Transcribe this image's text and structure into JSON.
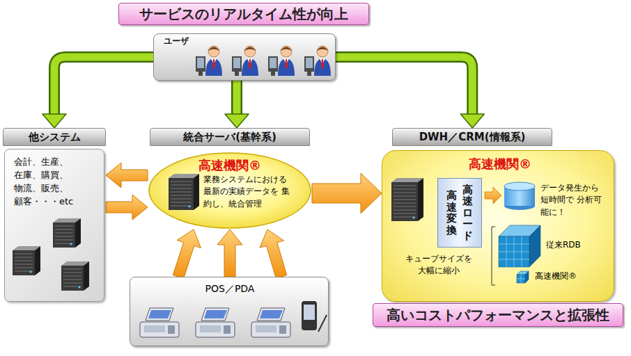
{
  "diagram": {
    "title": "サービスのリアルタイム性が向上",
    "caption": "高いコストパフォーマンスと拡張性",
    "nodes": [
      {
        "text": [
          "ユーザ"
        ]
      },
      {
        "text": [
          "他システム",
          "会計、生産、 在庫、購買、 物流、販売、 顧客・・・etc"
        ]
      },
      {
        "text": [
          "統合サーバ(基幹系)",
          "高速機関®",
          "業務システムにおける 最新の実績データを 集約し、統合管理"
        ]
      },
      {
        "text": [
          "POS／PDA"
        ]
      },
      {
        "text": [
          "DWH／CRM(情報系)",
          "高速機関®"
        ]
      },
      {
        "text": [
          "高速ロード",
          "高速変換"
        ],
        "in": 4
      }
    ],
    "edges": [
      {
        "from": 0,
        "to": 1,
        "arrow": "to"
      },
      {
        "from": 0,
        "to": 2,
        "arrow": "to"
      },
      {
        "from": 0,
        "to": 4,
        "arrow": "to"
      },
      {
        "from": 2,
        "to": 1,
        "arrow": "to"
      },
      {
        "from": 1,
        "to": 2,
        "arrow": "to"
      },
      {
        "from": 2,
        "to": 4,
        "arrow": "to"
      },
      {
        "from": 3,
        "to": 2,
        "arrow": "to"
      },
      {
        "from": 3,
        "to": 2,
        "arrow": "to"
      },
      {
        "from": 3,
        "to": 2,
        "arrow": "to"
      }
    ],
    "labels": [
      "データ発生から 短時間で 分析可能に！",
      "キューブサイズを 大幅に縮小",
      "従来RDB",
      "高速機関®"
    ]
  }
}
